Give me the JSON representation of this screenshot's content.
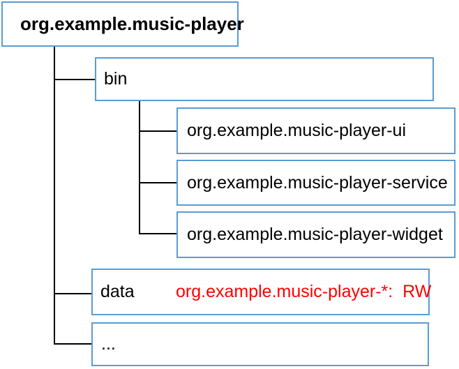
{
  "diagram": {
    "type": "tree",
    "description": "Package directory structure diagram",
    "tree": {
      "root": {
        "label": "org.example.music-player"
      },
      "children": [
        {
          "id": "bin",
          "label": "bin",
          "children": [
            {
              "label": "org.example.music-player-ui"
            },
            {
              "label": "org.example.music-player-service"
            },
            {
              "label": "org.example.music-player-widget"
            }
          ]
        },
        {
          "id": "data",
          "label": "data",
          "annotation": "org.example.music-player-*:  RW"
        },
        {
          "id": "ellipsis",
          "label": "..."
        }
      ]
    },
    "colors": {
      "box_border": "#5B9BD5",
      "box_fill": "#FFFFFF",
      "connector_line": "#000000",
      "text": "#000000",
      "annotation_text": "#FF0000",
      "background": "#FFFFFF"
    }
  }
}
